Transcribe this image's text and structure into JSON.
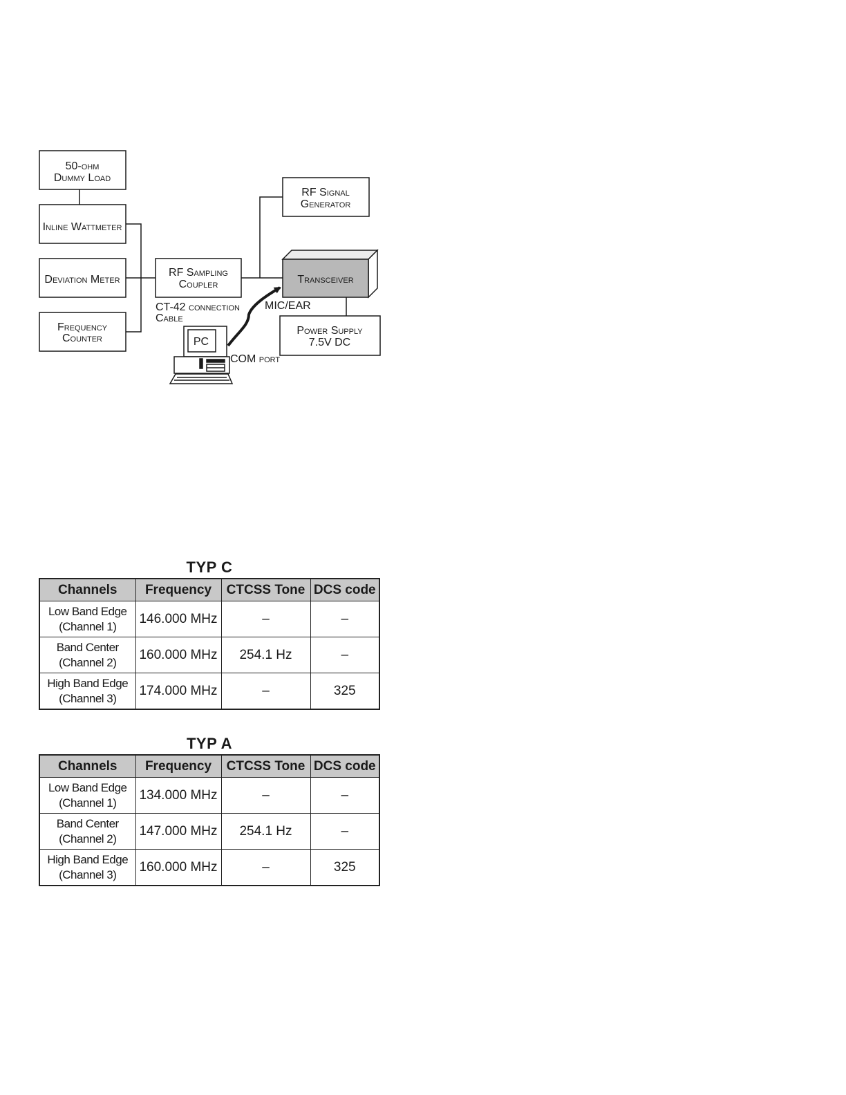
{
  "diagram": {
    "dummy_load": [
      "50-ohm",
      "Dummy Load"
    ],
    "inline_wattmeter": "Inline Wattmeter",
    "deviation_meter": "Deviation Meter",
    "frequency_counter": [
      "Frequency",
      "Counter"
    ],
    "rf_sampling_coupler": [
      "RF Sampling",
      "Coupler"
    ],
    "rf_signal_generator": [
      "RF Signal",
      "Generator"
    ],
    "transceiver": "Transceiver",
    "power_supply": [
      "Power Supply",
      "7.5V DC"
    ],
    "cable_label": [
      "CT-42 connection",
      "Cable"
    ],
    "mic_ear": "MIC/EAR",
    "pc": "PC",
    "com_port": "COM port"
  },
  "headers": [
    "Channels",
    "Frequency",
    "CTCSS Tone",
    "DCS code"
  ],
  "tables": [
    {
      "title": "TYP C",
      "rows": [
        {
          "channel": [
            "Low Band Edge",
            "(Channel 1)"
          ],
          "frequency": "146.000 MHz",
          "ctcss": "–",
          "dcs": "–"
        },
        {
          "channel": [
            "Band Center",
            "(Channel 2)"
          ],
          "frequency": "160.000 MHz",
          "ctcss": "254.1 Hz",
          "dcs": "–"
        },
        {
          "channel": [
            "High Band Edge",
            "(Channel 3)"
          ],
          "frequency": "174.000 MHz",
          "ctcss": "–",
          "dcs": "325"
        }
      ]
    },
    {
      "title": "TYP A",
      "rows": [
        {
          "channel": [
            "Low Band Edge",
            "(Channel 1)"
          ],
          "frequency": "134.000 MHz",
          "ctcss": "–",
          "dcs": "–"
        },
        {
          "channel": [
            "Band Center",
            "(Channel 2)"
          ],
          "frequency": "147.000 MHz",
          "ctcss": "254.1 Hz",
          "dcs": "–"
        },
        {
          "channel": [
            "High Band Edge",
            "(Channel 3)"
          ],
          "frequency": "160.000 MHz",
          "ctcss": "–",
          "dcs": "325"
        }
      ]
    }
  ]
}
